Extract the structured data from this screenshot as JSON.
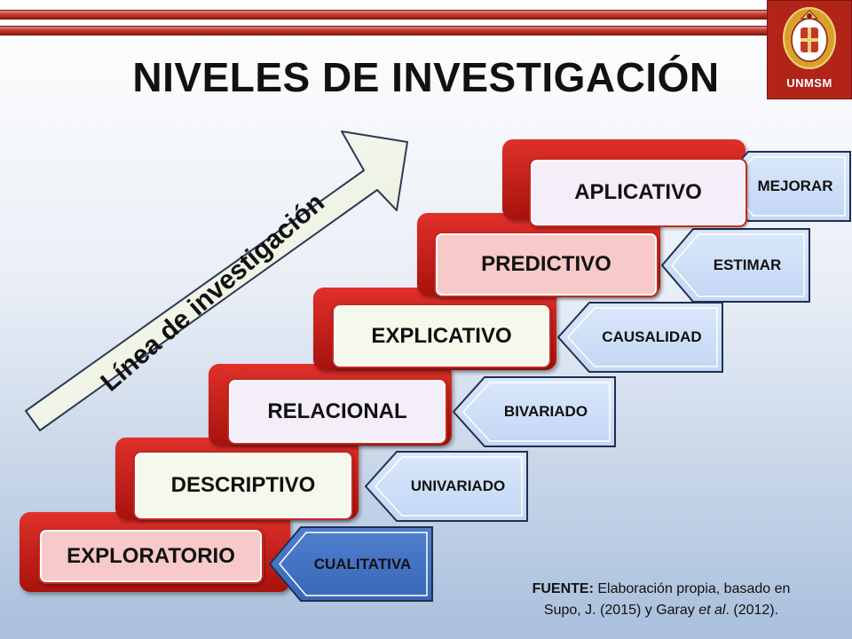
{
  "title": "NIVELES DE INVESTIGACIÓN",
  "logo": {
    "text": "UNMSM"
  },
  "arrow_label": "Línea de investigación",
  "levels": [
    {
      "name": "EXPLORATORIO",
      "tag": "CUALITATIVA",
      "fill": "#f7c9c9"
    },
    {
      "name": "DESCRIPTIVO",
      "tag": "UNIVARIADO",
      "fill": "#f5f9ec"
    },
    {
      "name": "RELACIONAL",
      "tag": "BIVARIADO",
      "fill": "#f3eef8"
    },
    {
      "name": "EXPLICATIVO",
      "tag": "CAUSALIDAD",
      "fill": "#f5f9ec"
    },
    {
      "name": "PREDICTIVO",
      "tag": "ESTIMAR",
      "fill": "#f7c9c9"
    },
    {
      "name": "APLICATIVO",
      "tag": "MEJORAR",
      "fill": "#f3eef8"
    }
  ],
  "fuente": {
    "label": "FUENTE:",
    "text1": " Elaboración propia, basado  en",
    "text2": "Supo, J. (2015) y Garay ",
    "etal": "et al",
    "text3": ". (2012)."
  }
}
